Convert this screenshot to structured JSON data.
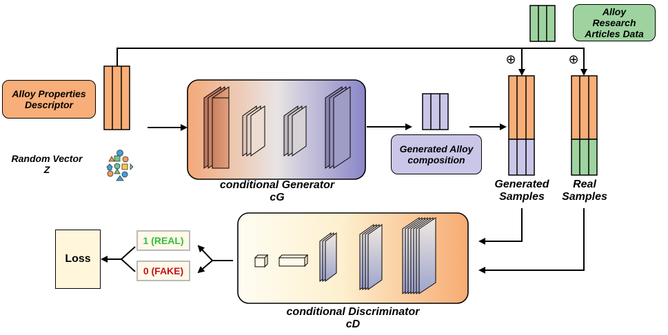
{
  "legend_data_label": "Alloy Research Articles Data",
  "properties_label": "Alloy Properties Descriptor",
  "random_vector_label": "Random Vector Z",
  "generator_caption": "conditional Generator",
  "generator_short": "cG",
  "generated_alloy_label": "Generated Alloy composition",
  "generated_samples_label": "Generated Samples",
  "real_samples_label": "Real Samples",
  "concat_symbol": "⊕",
  "discriminator_caption": "conditional Discriminator",
  "discriminator_short": "cD",
  "real_output": "1 (REAL)",
  "fake_output": "0 (FAKE)",
  "loss_label": "Loss",
  "colors": {
    "orange": "#f8ae78",
    "green": "#9ed3a0",
    "lavender": "#c9c6e8",
    "real_text": "#2fbf3a",
    "fake_text": "#c0141a",
    "loss_fill": "#fff6dc",
    "output_fill": "#fff8e8"
  }
}
